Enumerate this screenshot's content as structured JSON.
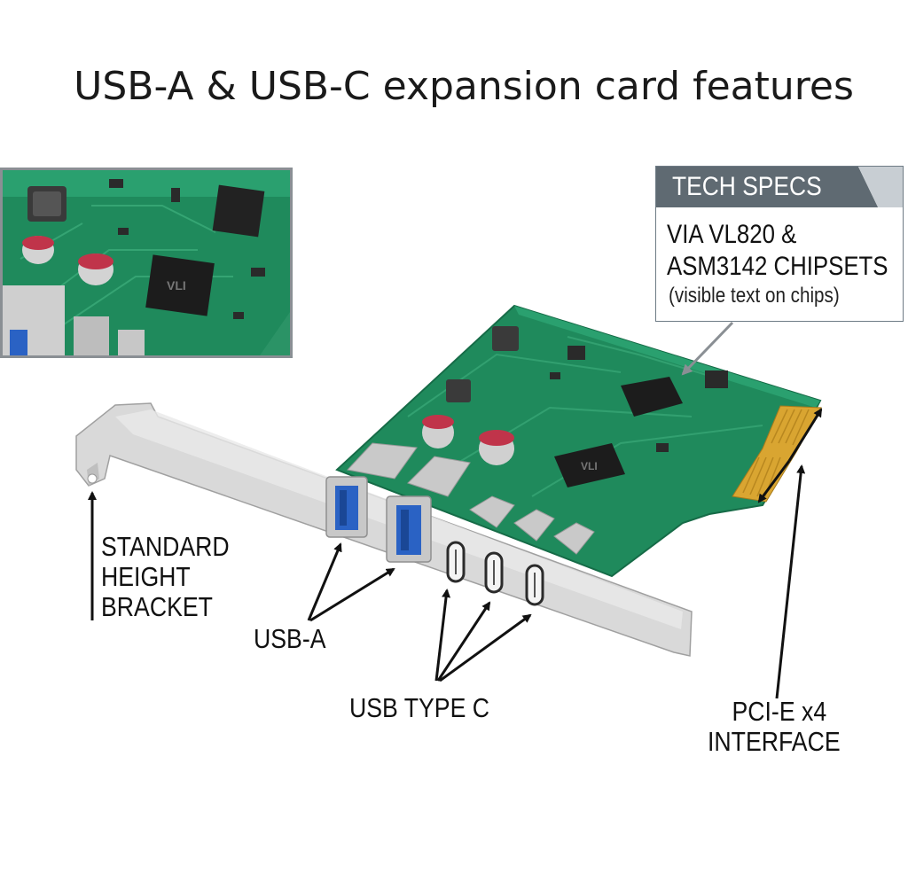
{
  "title": "USB-A & USB-C expansion card features",
  "tech_specs": {
    "heading": "TECH SPECS",
    "line1": "VIA VL820 &",
    "line2": "ASM3142 CHIPSETS",
    "note": "(visible text on chips)"
  },
  "labels": {
    "bracket": [
      "STANDARD",
      "HEIGHT",
      "BRACKET"
    ],
    "usb_a": "USB-A",
    "usb_c": "USB TYPE C",
    "pcie": [
      "PCI-E x4",
      "INTERFACE"
    ]
  },
  "colors": {
    "pcb": "#1f8a5c",
    "bracket": "#d9d9d9",
    "gold_contacts": "#d9a531",
    "usb_a_blue": "#2a62c4",
    "specs_header": "#5f6a72"
  }
}
